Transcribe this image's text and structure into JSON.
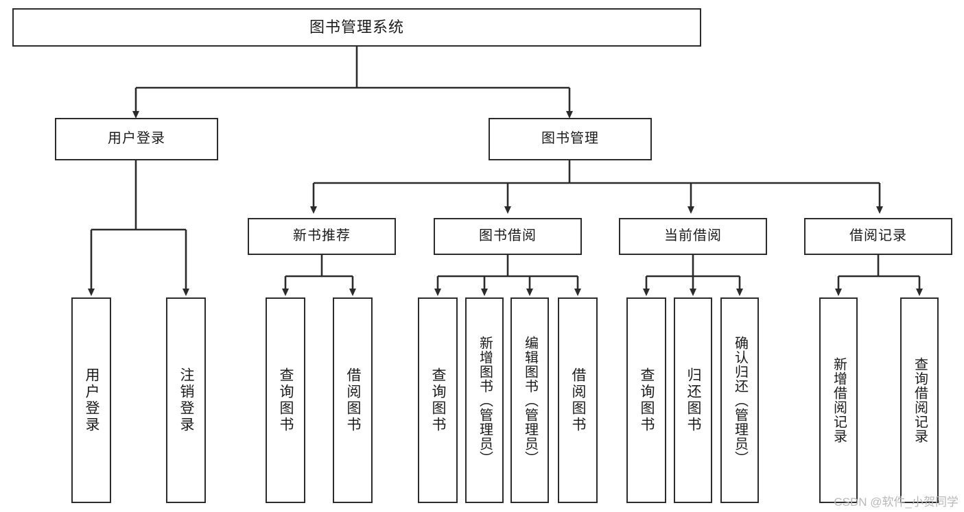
{
  "diagram": {
    "title": "图书管理系统",
    "type": "tree-hierarchy",
    "root": {
      "id": "root",
      "label": "图书管理系统"
    },
    "level1": [
      {
        "id": "user-login",
        "label": "用户登录"
      },
      {
        "id": "book-manage",
        "label": "图书管理"
      }
    ],
    "level2": [
      {
        "id": "new-book-rec",
        "label": "新书推荐",
        "parent": "book-manage"
      },
      {
        "id": "book-borrow",
        "label": "图书借阅",
        "parent": "book-manage"
      },
      {
        "id": "current-borrow",
        "label": "当前借阅",
        "parent": "book-manage"
      },
      {
        "id": "borrow-record",
        "label": "借阅记录",
        "parent": "book-manage"
      }
    ],
    "leaves": [
      {
        "id": "leaf-user-login",
        "label": "用户登录",
        "parent": "user-login"
      },
      {
        "id": "leaf-logout",
        "label": "注销登录",
        "parent": "user-login"
      },
      {
        "id": "leaf-query-book-1",
        "label": "查询图书",
        "parent": "new-book-rec"
      },
      {
        "id": "leaf-borrow-book-1",
        "label": "借阅图书",
        "parent": "new-book-rec"
      },
      {
        "id": "leaf-query-book-2",
        "label": "查询图书",
        "parent": "book-borrow"
      },
      {
        "id": "leaf-add-book",
        "label": "新增图书（管理员）",
        "parent": "book-borrow"
      },
      {
        "id": "leaf-edit-book",
        "label": "编辑图书（管理员）",
        "parent": "book-borrow"
      },
      {
        "id": "leaf-borrow-book-2",
        "label": "借阅图书",
        "parent": "book-borrow"
      },
      {
        "id": "leaf-query-book-3",
        "label": "查询图书",
        "parent": "current-borrow"
      },
      {
        "id": "leaf-return-book",
        "label": "归还图书",
        "parent": "current-borrow"
      },
      {
        "id": "leaf-confirm-return",
        "label": "确认归还（管理员）",
        "parent": "current-borrow"
      },
      {
        "id": "leaf-add-record",
        "label": "新增借阅记录",
        "parent": "borrow-record"
      },
      {
        "id": "leaf-query-record",
        "label": "查询借阅记录",
        "parent": "borrow-record"
      }
    ]
  },
  "watermark": {
    "text": "CSDN @软件_小贺同学"
  },
  "colors": {
    "stroke": "#2b2b2b",
    "background": "#ffffff",
    "text": "#1b1b1b",
    "watermark": "#b8b8b8"
  }
}
